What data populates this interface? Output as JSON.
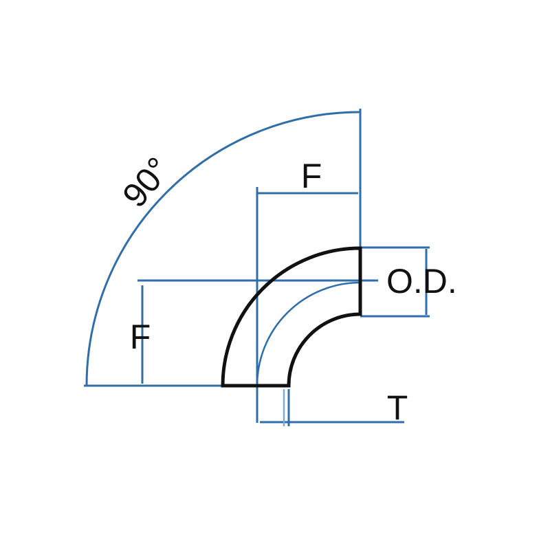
{
  "diagram": {
    "angle_label": "90°",
    "center_to_face_top_label": "F",
    "center_to_face_left_label": "F",
    "outside_diameter_label": "O.D.",
    "wall_thickness_label": "T",
    "colors": {
      "dimension_lines": "#2f6ea8",
      "part_outline": "#111111",
      "background": "#ffffff"
    }
  }
}
